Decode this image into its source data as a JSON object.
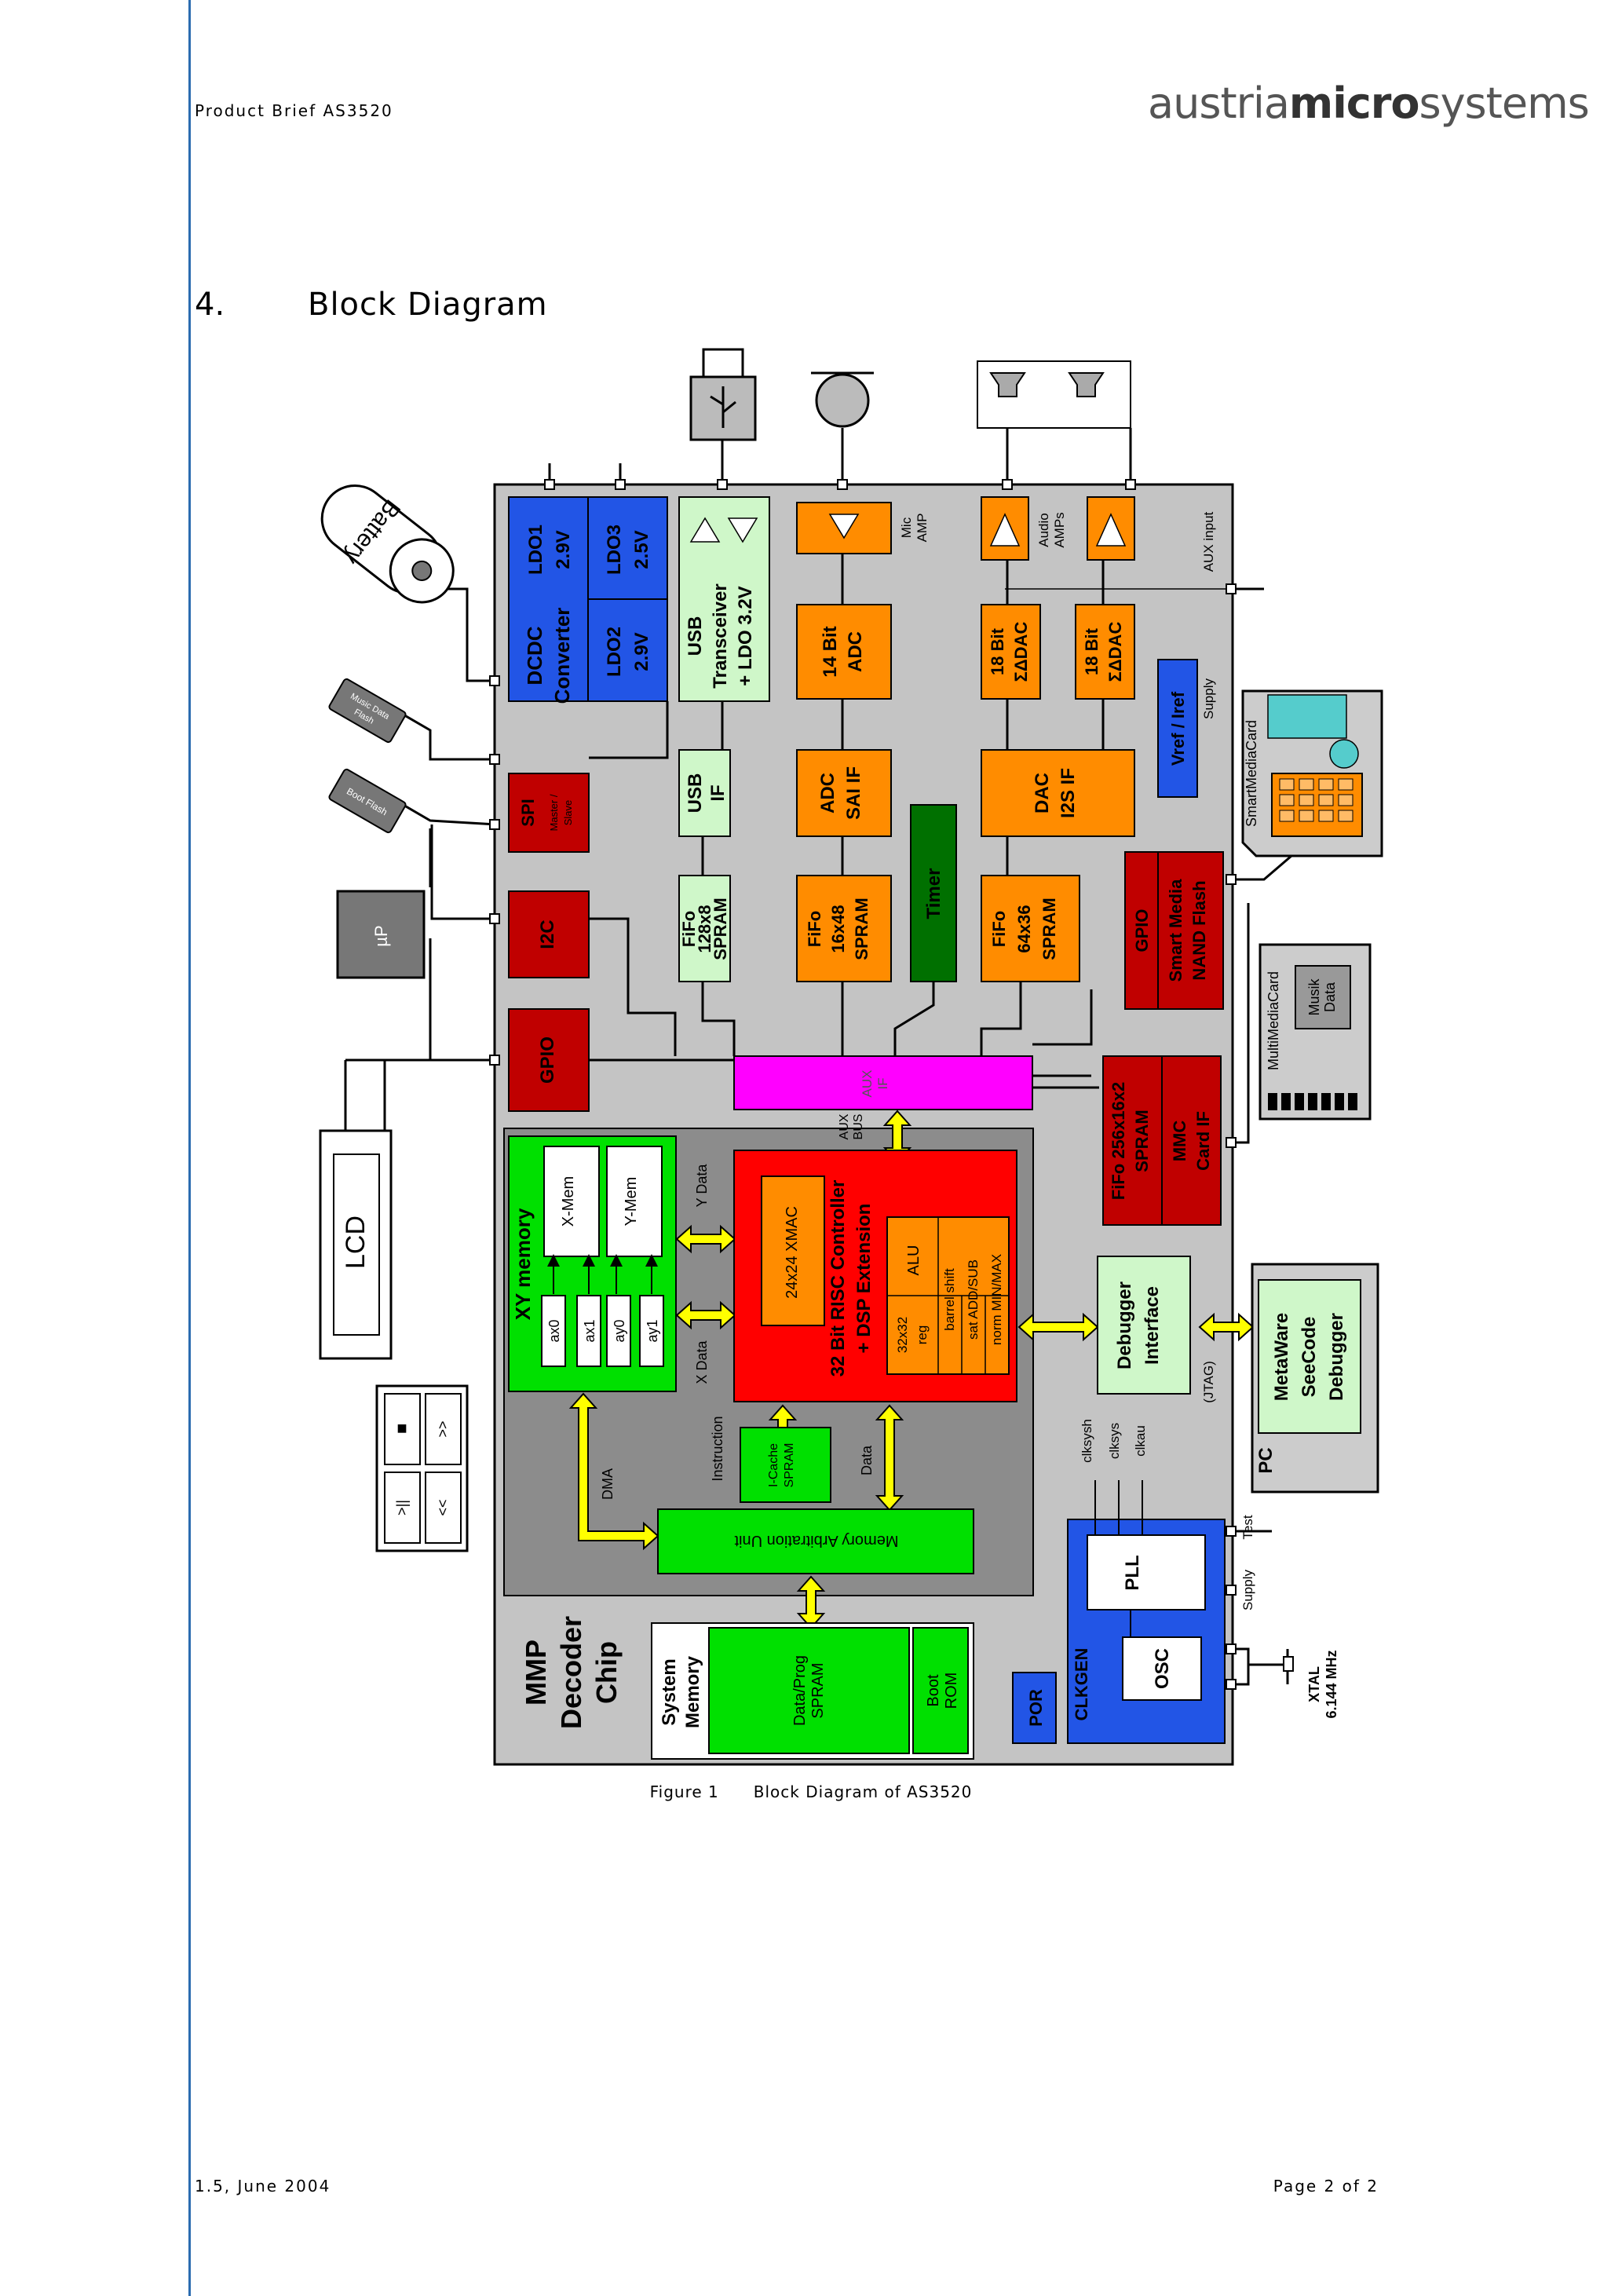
{
  "header": {
    "product_brief": "Product Brief AS3520",
    "logo_light": "austria",
    "logo_bold": "micro",
    "logo_end": "systems"
  },
  "section": {
    "number": "4.",
    "title": "Block Diagram"
  },
  "caption": {
    "label": "Figure 1",
    "text": "Block Diagram of AS3520"
  },
  "footer": {
    "version": "1.5, June 2004",
    "page": "Page 2 of 2"
  },
  "colors": {
    "chip": "#c4c4c4",
    "blue": "#2255e6",
    "lightgreen": "#cff7c9",
    "orange": "#ff8c00",
    "red": "#ff0000",
    "darkred": "#c00000",
    "green": "#00e000",
    "darkgreen": "#007000",
    "magenta": "#ff00ff",
    "yellow": "#ffff00",
    "gray": "#8c8c8c"
  },
  "diagram": {
    "battery": "Battery",
    "music_flash_1": "Music Data",
    "music_flash_2": "Flash",
    "boot_flash": "Boot Flash",
    "up": "µP",
    "lcd": "LCD",
    "keys": [
      "■",
      ">>",
      ">||",
      "<<"
    ],
    "dcdc_1": "DCDC",
    "dcdc_2": "Converter",
    "ldo1_1": "LDO1",
    "ldo1_2": "2.9V",
    "ldo3_1": "LDO3",
    "ldo3_2": "2.5V",
    "ldo2_1": "LDO2",
    "ldo2_2": "2.9V",
    "usb_tx_1": "USB",
    "usb_tx_2": "Transceiver",
    "usb_tx_3": "+ LDO 3.2V",
    "adc14_1": "14 Bit",
    "adc14_2": "ADC",
    "dac18a_1": "18 Bit",
    "dac18a_2": "ΣΔDAC",
    "dac18b_1": "18 Bit",
    "dac18b_2": "ΣΔDAC",
    "mic_amp_1": "Mic",
    "mic_amp_2": "AMP",
    "audio_amps_1": "Audio",
    "audio_amps_2": "AMPs",
    "aux_input": "AUX input",
    "supply_top": "Supply",
    "vref": "Vref / Iref",
    "usb_if_1": "USB",
    "usb_if_2": "IF",
    "adc_sai_1": "ADC",
    "adc_sai_2": "SAI IF",
    "dac_i2s_1": "DAC",
    "dac_i2s_2": "I2S IF",
    "timer": "Timer",
    "spi_1": "SPI",
    "spi_2": "Master /",
    "spi_3": "Slave",
    "i2c": "I2C",
    "gpio_left": "GPIO",
    "fifo128_1": "FiFo",
    "fifo128_2": "128x8",
    "fifo128_3": "SPRAM",
    "fifo16_1": "FiFo",
    "fifo16_2": "16x48",
    "fifo16_3": "SPRAM",
    "fifo64_1": "FiFo",
    "fifo64_2": "64x36",
    "fifo64_3": "SPRAM",
    "gpio_sm_1": "GPIO",
    "gpio_sm_2": "Smart Media",
    "gpio_sm_3": "NAND Flash",
    "smart_media_card": "SmartMediaCard",
    "multi_media_card": "MultiMediaCard",
    "musik_1": "Musik",
    "musik_2": "Data",
    "aux_if_1": "AUX",
    "aux_if_2": "IF",
    "aux_bus_1": "AUX",
    "aux_bus_2": "BUS",
    "fifo256_1": "FiFo 256x16x2",
    "fifo256_2": "SPRAM",
    "mmc_1": "MMC",
    "mmc_2": "Card IF",
    "xy_memory": "XY memory",
    "x_mem": "X-Mem",
    "y_mem": "Y-Mem",
    "ax0": "ax0",
    "ax1": "ax1",
    "ay0": "ay0",
    "ay1": "ay1",
    "y_data": "Y Data",
    "x_data": "X Data",
    "risc_1": "32 Bit RISC Controller",
    "risc_2": "+ DSP Extension",
    "xmac": "24x24 XMAC",
    "alu": "ALU",
    "reg_1": "32x32",
    "reg_2": "reg",
    "alu_f1": "barrel shift",
    "alu_f2": "sat ADD/SUB",
    "alu_f3": "norm MIN/MAX",
    "debugger_1": "Debugger",
    "debugger_2": "Interface",
    "jtag": "(JTAG)",
    "metaware_1": "MetaWare",
    "metaware_2": "SeeCode",
    "metaware_3": "Debugger",
    "pc": "PC",
    "instruction": "Instruction",
    "icache_1": "I-Cache",
    "icache_2": "SPRAM",
    "data_lbl": "Data",
    "dma": "DMA",
    "mau": "Memory Arbitration Unit",
    "clk1": "clksysh",
    "clk2": "clksys",
    "clk3": "clkau",
    "test": "Test",
    "supply_bottom": "Supply",
    "pll": "PLL",
    "osc": "OSC",
    "clkgen": "CLKGEN",
    "xtal_1": "XTAL",
    "xtal_2": "6.144 MHz",
    "por": "POR",
    "sysmem_1": "System",
    "sysmem_2": "Memory",
    "dataprog_1": "Data/Prog",
    "dataprog_2": "SPRAM",
    "bootrom_1": "Boot",
    "bootrom_2": "ROM",
    "mmp_1": "MMP",
    "mmp_2": "Decoder",
    "mmp_3": "Chip"
  }
}
